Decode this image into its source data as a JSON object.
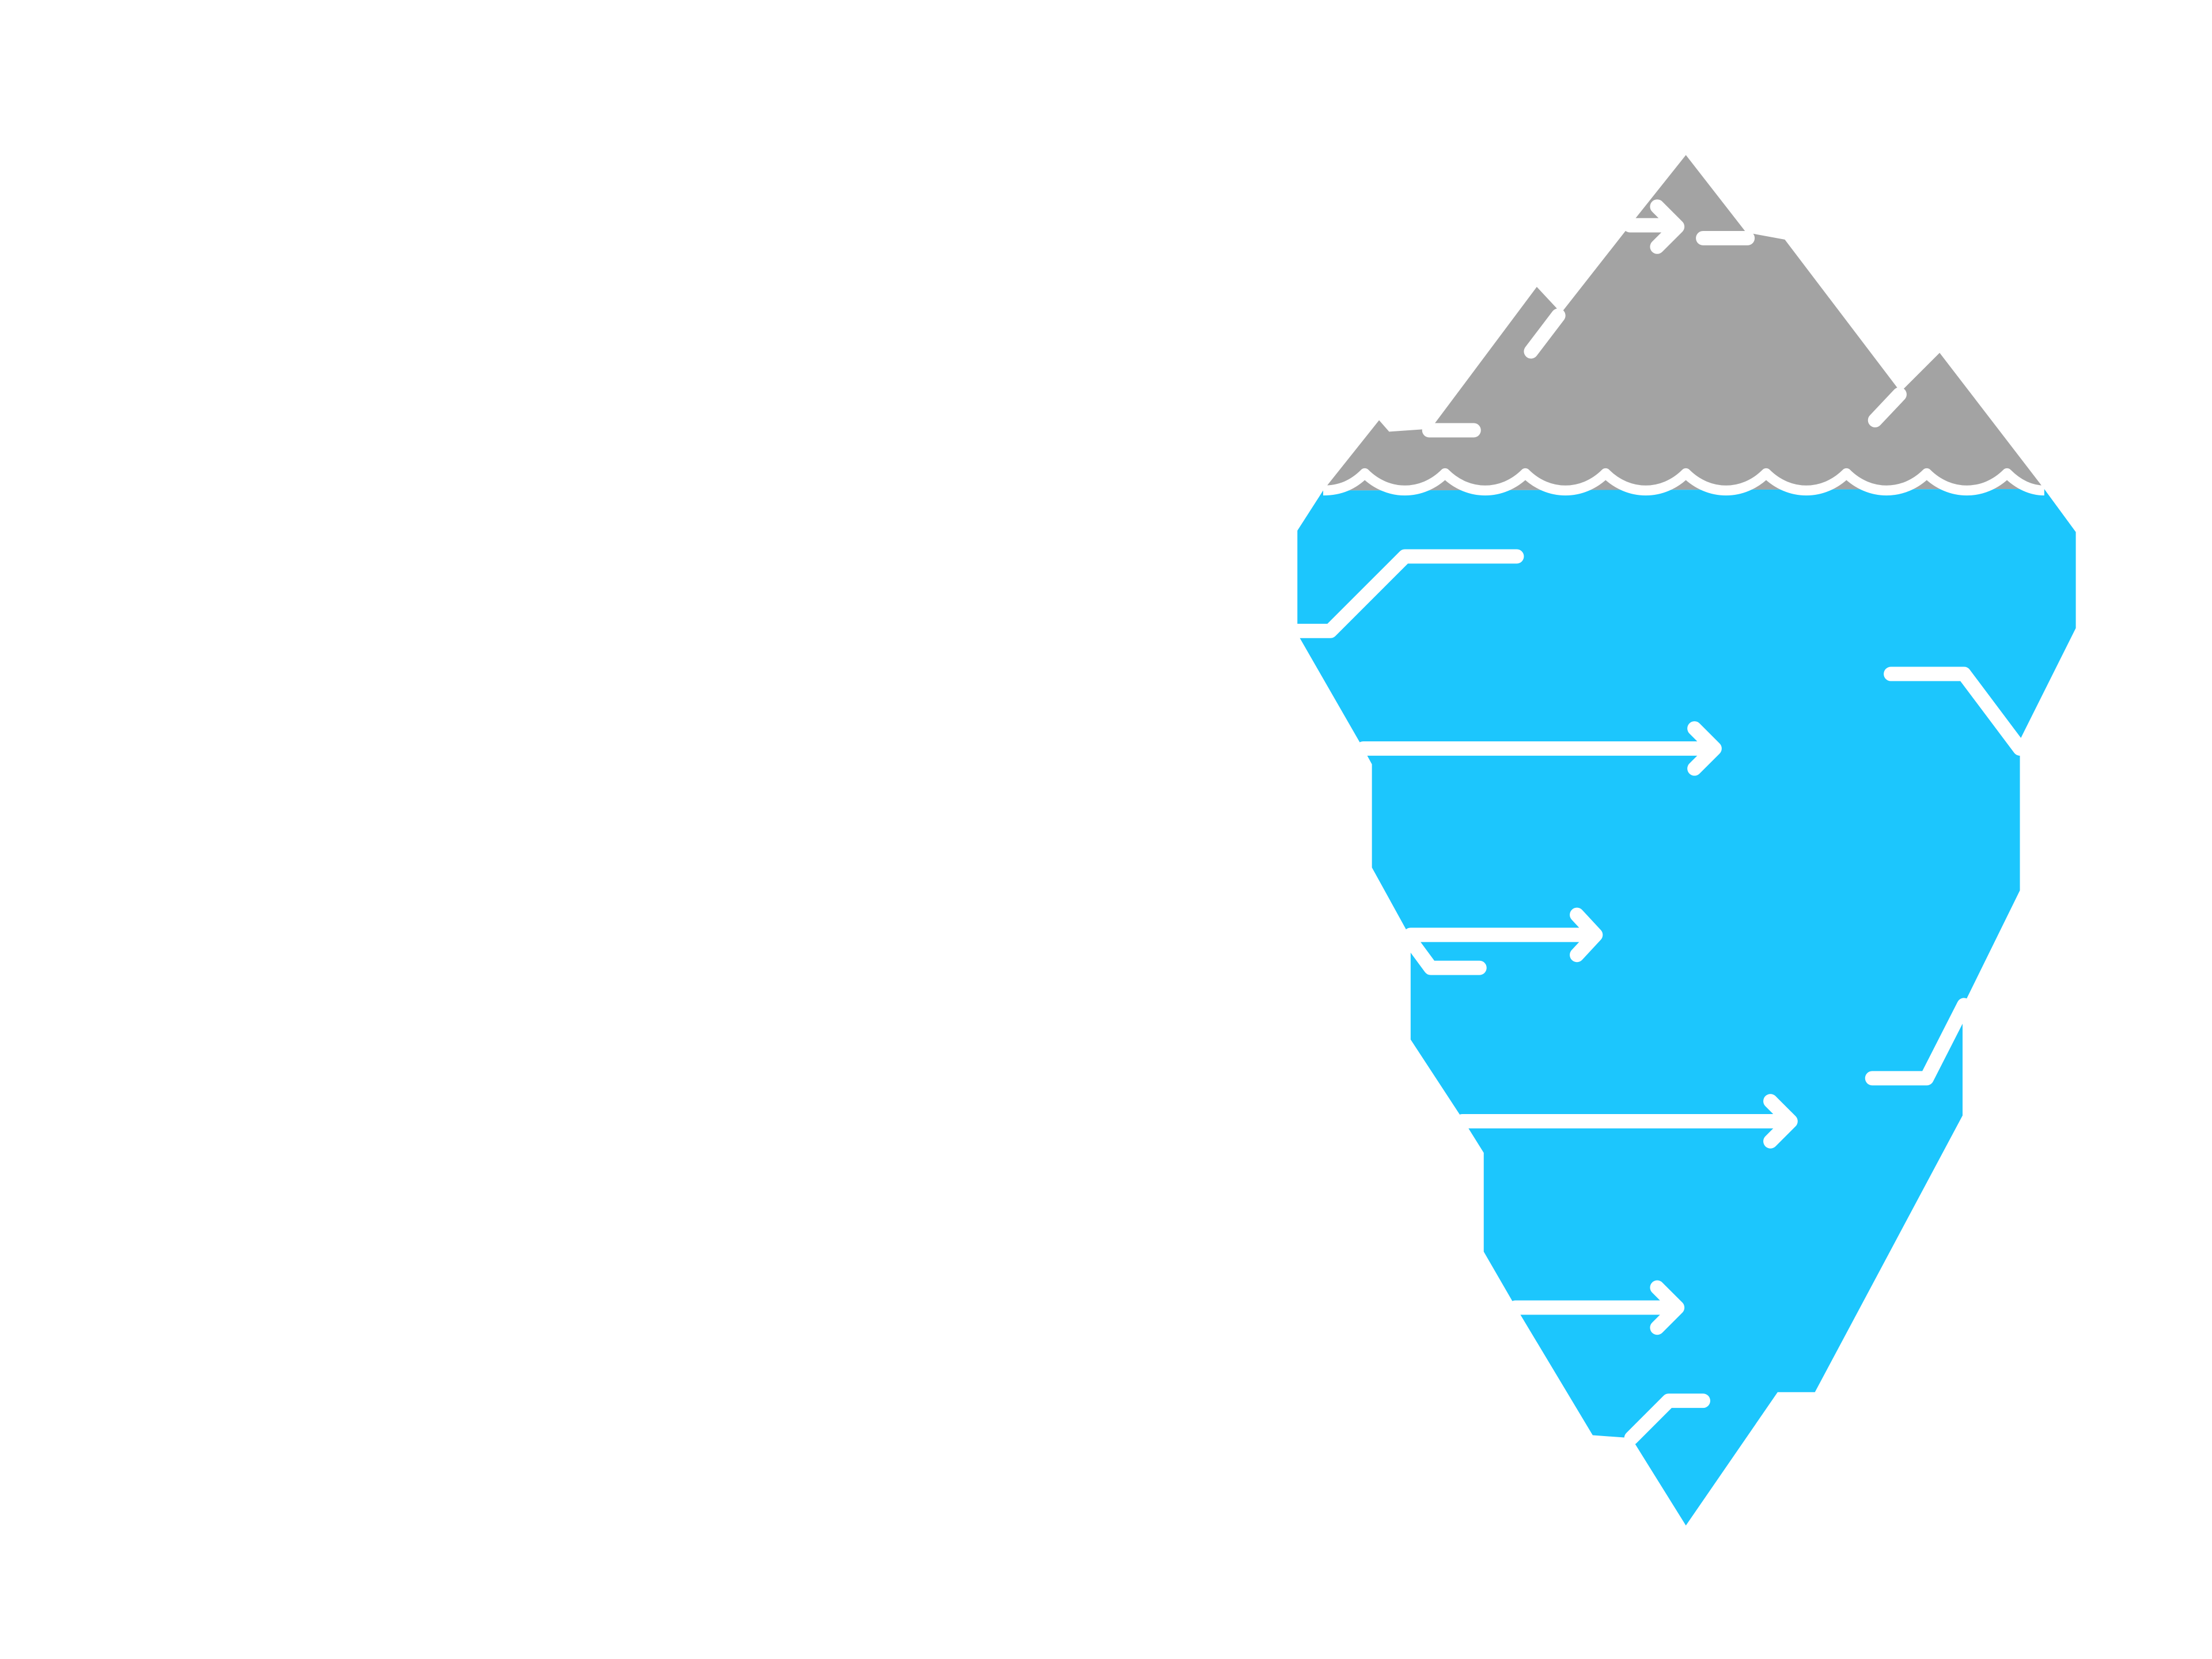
{
  "diagram": {
    "kind": "iceberg",
    "colors": {
      "background": "#ffffff",
      "above_water": "#a3a3a3",
      "below_water": "#1cc6fd",
      "connector_lines": "#ffffff"
    },
    "above_water_connectors": 5,
    "below_water_connectors": 10,
    "arrow_count": 5,
    "labels": []
  }
}
